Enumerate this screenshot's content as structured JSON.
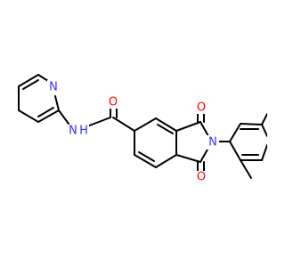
{
  "molecule": {
    "atom_labels": {
      "o_amide": "O",
      "n_amide": "N",
      "h_amide": "H",
      "n_pyridine": "N",
      "o_top": "O",
      "n_imide": "N",
      "o_bottom": "O"
    },
    "colors": {
      "bond": "#000000",
      "nitrogen": "#3333FF",
      "oxygen": "#FF0000"
    }
  }
}
